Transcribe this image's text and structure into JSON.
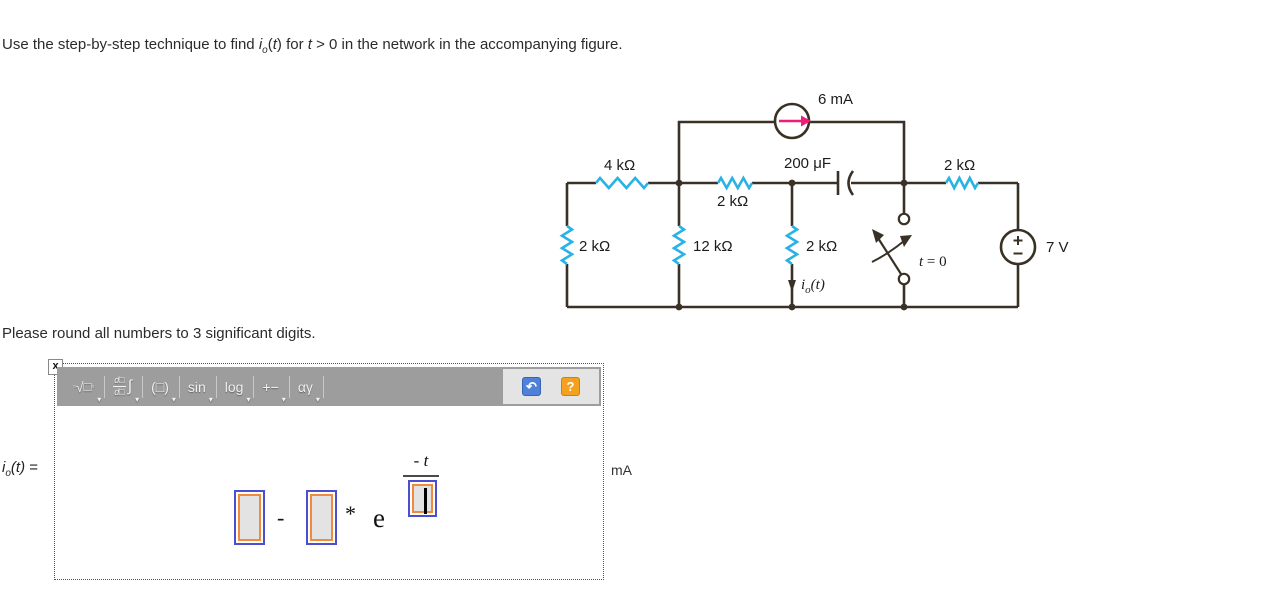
{
  "question": {
    "prefix": "Use the step-by-step technique to find ",
    "i_var": "i",
    "i_sub": "o",
    "open_paren": "(",
    "t_arg": "t",
    "close_paren": ")",
    "mid": " for ",
    "t_var": "t",
    "suffix": " > 0 in the network in the accompanying figure."
  },
  "round_note": "Please round all numbers to 3 significant digits.",
  "circuit": {
    "labels": {
      "current_source": "6 mA",
      "capacitor": "200 μF",
      "r_top_left": "4 kΩ",
      "r_top_mid": "2 kΩ",
      "r_top_right": "2 kΩ",
      "r_left": "2 kΩ",
      "r_mid": "12 kΩ",
      "r_out": "2 kΩ",
      "voltage_source": "7 V",
      "switch_t": "t",
      "switch_eq": " = 0",
      "io_i": "i",
      "io_sub": "o",
      "io_args": "(t)",
      "plus": "+",
      "minus": "−"
    },
    "colors": {
      "wire": "#3a3126",
      "resistor": "#29b2e3",
      "arrow": "#ec1e79",
      "label": "#1c1c1c"
    }
  },
  "editor": {
    "close_label": "x",
    "toolbar": {
      "caret": "▾",
      "buttons": [
        {
          "name": "root",
          "sup_left": "▫",
          "radical": "√",
          "box": "□",
          "sup_right": "▫"
        },
        {
          "name": "calculus",
          "num": "d□",
          "den": "d□",
          "integral": "∫"
        },
        {
          "name": "parentheses",
          "label": "(□)"
        },
        {
          "name": "trig",
          "label": "sin"
        },
        {
          "name": "log",
          "label": "log"
        },
        {
          "name": "operators",
          "label": "+−"
        },
        {
          "name": "greek",
          "label": "αγ"
        }
      ],
      "undo_icon": "↶",
      "help_label": "?"
    }
  },
  "answer": {
    "lhs_i": "i",
    "lhs_sub": "o",
    "lhs_args": "(t)",
    "lhs_eq": " =",
    "minus": "-",
    "times": "*",
    "exp_base": "e",
    "exp_minus": "-",
    "exp_t": "t",
    "unit": "mA"
  }
}
